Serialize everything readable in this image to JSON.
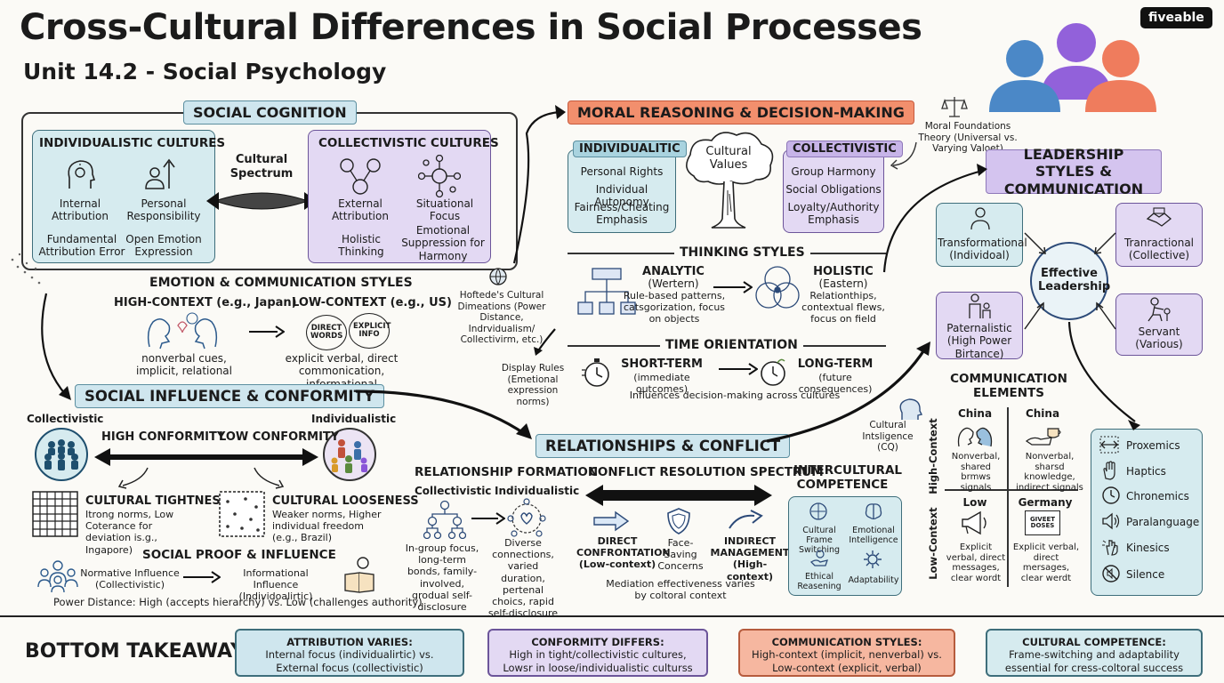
{
  "header": {
    "title": "Cross-Cultural Differences in Social Processes",
    "subtitle": "Unit 14.2 - Social Psychology",
    "brand": "fiveable"
  },
  "social_cognition": {
    "heading": "SOCIAL COGNITION",
    "individualistic": {
      "title": "INDIVIDUALISTIC CULTURES",
      "items": [
        "Internal Attribution",
        "Personal Responsibility",
        "Fundamental Attribution Error",
        "Open Emotion Expression"
      ]
    },
    "spectrum": "Cultural Spectrum",
    "collectivistic": {
      "title": "COLLECTIVISTIC CULTURES",
      "items": [
        "External Attribution",
        "Situational Focus",
        "Holistic Thinking",
        "Emotional Suppression for Harmony"
      ]
    }
  },
  "emotion_comm": {
    "heading": "EMOTION & COMMUNICATION STYLES",
    "high_context": "HIGH-CONTEXT (e.g., Japan)",
    "low_context": "LOW-CONTEXT (e.g., US)",
    "bubble_1": "DIRECT WORDS",
    "bubble_2": "EXPLICIT INFO",
    "high_desc": "nonverbal cues, implicit, relational",
    "low_desc": "explicit verbal, direct commonication, informational"
  },
  "hofstede": "Hoftede's Cultural Dimeations (Power Distance, Indrvidualism/ Collectivirm, etc.)",
  "display_rules": "Display Rules (Emetional expression norms)",
  "social_influence": {
    "heading": "SOCIAL INFLUENCE & CONFORMITY",
    "collectivistic": "Collectivistic",
    "individualistic": "Individualistic",
    "high_conformity": "HIGH CONFORMITY",
    "low_conformity": "LOW CONFORMITY",
    "tightness_title": "CULTURAL TIGHTNESS",
    "tightness_desc": "Itrong norms, Low Coterance for deviation is.g., Ingapore)",
    "looseness_title": "CULTURAL LOOSENESS",
    "looseness_desc": "Weaker norms, Higher individual freedom (e.g., Brazil)",
    "social_proof": "SOCIAL PROOF & INFLUENCE",
    "normative": "Normative Influence (Collectivistic)",
    "informational": "Informational Influence (Individoalirtic)",
    "power_distance": "Power Distance: High (accepts hierarchy) vs. Low (challenges authority)"
  },
  "moral": {
    "heading": "MORAL REASONING & DECISION-MAKING",
    "individualistic_title": "INDIVIDUALITIC",
    "individualistic_items": [
      "Personal Rights",
      "Individual Autonomy",
      "Fairness/Cheating Emphasis"
    ],
    "cultural_values": "Cultural Values",
    "collectivistic_title": "COLLECTIVISTIC",
    "collectivistic_items": [
      "Group Harmony",
      "Social Obligations",
      "Loyalty/Authority Emphasis"
    ],
    "foundations": "Moral Foundations Theory (Universal vs. Varying Valoet)"
  },
  "thinking": {
    "heading": "THINKING STYLES",
    "analytic_title": "ANALYTIC",
    "analytic_region": "(Wertern)",
    "analytic_desc": "Rule-based patterns, catsgorization, focus on objects",
    "holistic_title": "HOLISTIC",
    "holistic_region": "(Eastern)",
    "holistic_desc": "Relationthips, contextual flews, focus on field"
  },
  "time": {
    "heading": "TIME ORIENTATION",
    "short_title": "SHORT-TERM",
    "short_desc": "(immediate outcomes)",
    "long_title": "LONG-TERM",
    "long_desc": "(future consequences)",
    "note": "Influences decision-making across cultures"
  },
  "relationships": {
    "heading": "RELATIONSHIPS & CONFLICT",
    "formation_title": "RELATIONSHIP FORMATION",
    "collectivistic": "Collectivistic",
    "individualistic": "Individualistic",
    "collectivistic_desc": "In-group focus, long-term bonds, family-involved, grodual self-disclosure",
    "individualistic_desc": "Diverse connections, varied duration, pertenal choics, rapid self-disclosure",
    "conflict_title": "CONFLICT RESOLUTION SPECTRUM",
    "direct": "DIRECT CONFRONTATION (Low-context)",
    "face": "Face-Saving Concerns",
    "indirect": "INDIRECT MANAGEMENT (High-context)",
    "mediation": "Mediation effectiveness varies by coltoral context"
  },
  "intercultural": {
    "heading": "INTERCULTURAL COMPETENCE",
    "items": [
      "Cultural Frame Switching",
      "Emotional Intelligence",
      "Ethical Reasening",
      "Adaptability"
    ],
    "cq": "Cultural Intsligence (CQ)"
  },
  "leadership": {
    "heading": "LEADERSHIP STYLES & COMMUNICATION",
    "center": "Effective Leadership",
    "transformational": "Transformational (Individoal)",
    "transactional": "Tranractional (Collective)",
    "paternalistic": "Paternalistic (High Power Birtance)",
    "servant": "Servant (Various)"
  },
  "comm_elements": {
    "heading": "COMMUNICATION ELEMENTS",
    "high_axis": "High-Context",
    "low_axis": "Low-Context",
    "cells": [
      {
        "country": "China",
        "desc": "Nonverbal, shared brmws signals"
      },
      {
        "country": "China",
        "desc": "Nonverbal, sharsd knowledge, indirect signals"
      },
      {
        "country": "Low",
        "desc": "Explicit verbal, direct messages, clear wordt"
      },
      {
        "country": "Germany",
        "desc": "Explicit verbal, direct mersages, clear werdt"
      }
    ],
    "card_label": "GIVEET DOSES",
    "list": [
      "Proxemics",
      "Haptics",
      "Chronemics",
      "Paralanguage",
      "Kinesics",
      "Silence"
    ]
  },
  "takeaway": {
    "label": "BOTTOM TAKEAWAY",
    "boxes": [
      {
        "title": "ATTRIBUTION VARIES:",
        "text": "Internal focus (individualirtic) vs. External focus (collectivistic)"
      },
      {
        "title": "CONFORMITY DIFFERS:",
        "text": "High in tight/collectivistic cultures, Lowsr in loose/individualistic culturss"
      },
      {
        "title": "COMMUNICATION STYLES:",
        "text": "High-context (implicit, nenverbal) vs. Low-context (explicit, verbal)"
      },
      {
        "title": "CULTURAL COMPETENCE:",
        "text": "Frame-switching and adaptability essential for cress-coltoral success"
      }
    ]
  },
  "colors": {
    "blue": "#d6ebef",
    "purple": "#e3d9f3",
    "orange": "#f28f6d",
    "peach": "#fbd9cb",
    "ink": "#1b1b1b"
  }
}
